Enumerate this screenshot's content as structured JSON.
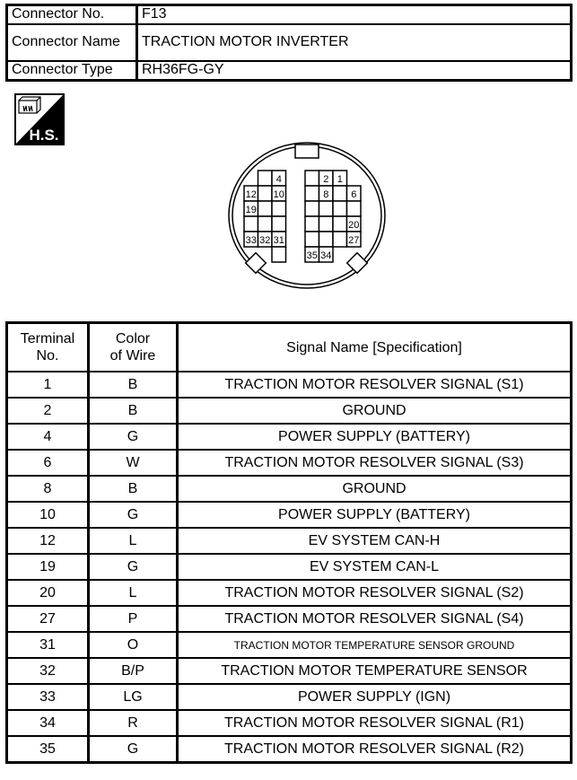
{
  "connector": {
    "no_label": "Connector No.",
    "no_value": "F13",
    "name_label": "Connector Name",
    "name_value": "TRACTION MOTOR INVERTER",
    "type_label": "Connector Type",
    "type_value": "RH36FG-GY"
  },
  "icon": {
    "label": "H.S."
  },
  "pins": {
    "left": [
      [
        "",
        "4"
      ],
      [
        "12",
        "",
        "10"
      ],
      [
        "19",
        "",
        ""
      ],
      [
        "",
        "",
        ""
      ],
      [
        "33",
        "32",
        "31"
      ],
      [
        ""
      ]
    ],
    "right": [
      [
        "",
        "2",
        "1"
      ],
      [
        "",
        "8",
        "",
        "6"
      ],
      [
        "",
        "",
        "",
        ""
      ],
      [
        "",
        "",
        "",
        "20"
      ],
      [
        "",
        "",
        "",
        "27"
      ],
      [
        "35",
        "34"
      ]
    ]
  },
  "table": {
    "headers": {
      "terminal": "Terminal No.",
      "terminal_l1": "Terminal",
      "terminal_l2": "No.",
      "color_l1": "Color",
      "color_l2": "of Wire",
      "signal": "Signal Name [Specification]"
    },
    "rows": [
      {
        "terminal": "1",
        "color": "B",
        "signal": "TRACTION MOTOR RESOLVER SIGNAL (S1)"
      },
      {
        "terminal": "2",
        "color": "B",
        "signal": "GROUND"
      },
      {
        "terminal": "4",
        "color": "G",
        "signal": "POWER SUPPLY (BATTERY)"
      },
      {
        "terminal": "6",
        "color": "W",
        "signal": "TRACTION MOTOR RESOLVER SIGNAL (S3)"
      },
      {
        "terminal": "8",
        "color": "B",
        "signal": "GROUND"
      },
      {
        "terminal": "10",
        "color": "G",
        "signal": "POWER SUPPLY (BATTERY)"
      },
      {
        "terminal": "12",
        "color": "L",
        "signal": "EV SYSTEM CAN-H"
      },
      {
        "terminal": "19",
        "color": "G",
        "signal": "EV SYSTEM CAN-L"
      },
      {
        "terminal": "20",
        "color": "L",
        "signal": "TRACTION MOTOR RESOLVER SIGNAL (S2)"
      },
      {
        "terminal": "27",
        "color": "P",
        "signal": "TRACTION MOTOR RESOLVER SIGNAL (S4)"
      },
      {
        "terminal": "31",
        "color": "O",
        "signal": "TRACTION MOTOR TEMPERATURE SENSOR GROUND"
      },
      {
        "terminal": "32",
        "color": "B/P",
        "signal": "TRACTION MOTOR TEMPERATURE SENSOR"
      },
      {
        "terminal": "33",
        "color": "LG",
        "signal": "POWER SUPPLY (IGN)"
      },
      {
        "terminal": "34",
        "color": "R",
        "signal": "TRACTION MOTOR RESOLVER SIGNAL (R1)"
      },
      {
        "terminal": "35",
        "color": "G",
        "signal": "TRACTION MOTOR RESOLVER SIGNAL (R2)"
      }
    ]
  }
}
